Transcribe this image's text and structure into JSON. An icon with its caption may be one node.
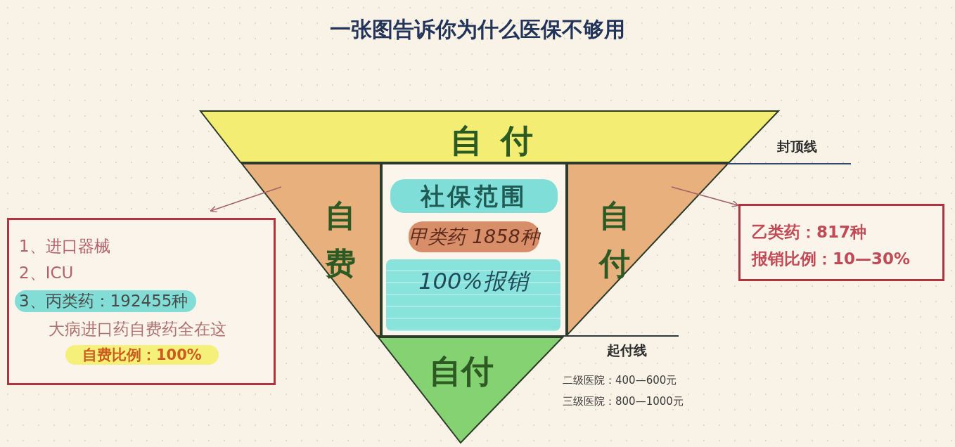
{
  "diagram": {
    "title": "一张图告诉你为什么医保不够用",
    "nodes": [
      {
        "text": [
          "自付"
        ]
      },
      {
        "text": [
          "自费"
        ]
      },
      {
        "text": [
          "社保范围",
          "甲类药 1858种",
          "100%报销"
        ]
      },
      {
        "text": [
          "自付"
        ]
      },
      {
        "text": [
          "自付"
        ]
      },
      {
        "text": [
          "1、进口器械",
          "2、ICU",
          "3、丙类药：192455种",
          "大病进口药自费药全在这",
          "自费比例：100%"
        ]
      },
      {
        "text": [
          "乙类药：817种",
          "报销比例：10—30%"
        ]
      }
    ],
    "edges": [
      {
        "from": 1,
        "to": 5,
        "arrow": "to"
      },
      {
        "from": 3,
        "to": 6,
        "arrow": "to"
      }
    ],
    "labels": [
      "封顶线",
      "起付线",
      "二级医院：400—600元",
      "三级医院：800—1000元"
    ]
  }
}
